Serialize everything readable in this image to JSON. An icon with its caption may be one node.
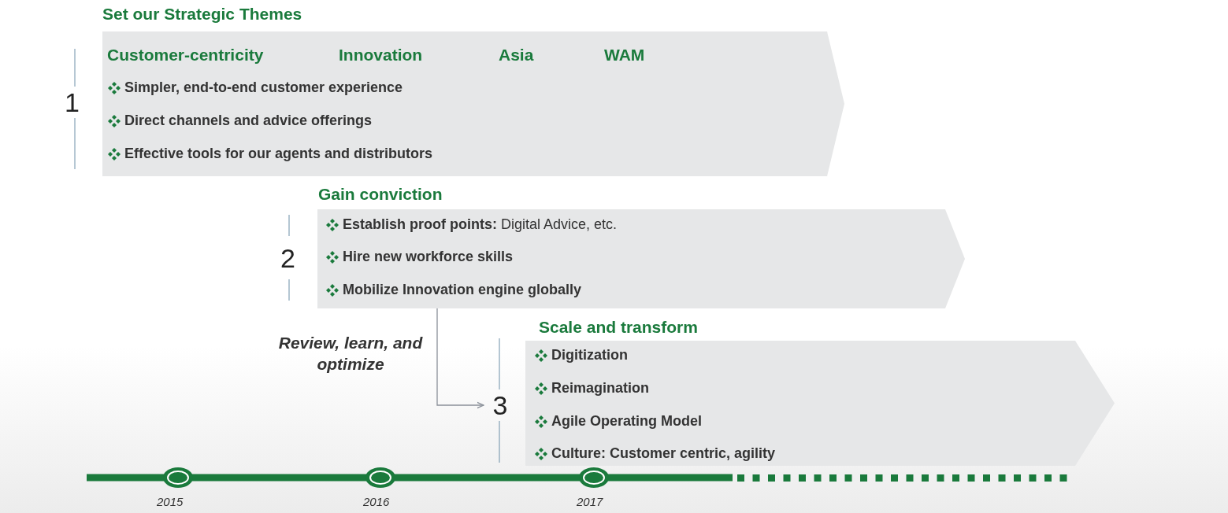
{
  "diagram": {
    "nodes": [
      {
        "text": [
          "Set our Strategic Themes",
          "Customer-centricity",
          "Innovation",
          "Asia",
          "WAM",
          "Simpler, end-to-end customer experience",
          "Direct channels and advice offerings",
          "Effective tools for our agents and distributors"
        ]
      },
      {
        "text": [
          "Gain conviction",
          "**Establish proof points:** Digital Advice, etc.",
          "Hire new workforce skills",
          "Mobilize Innovation engine globally"
        ]
      },
      {
        "text": [
          "Scale and transform",
          "Digitization",
          "Reimagination",
          "Agile Operating Model",
          "Culture: Customer centric, agility"
        ]
      },
      {
        "text": [
          "3"
        ]
      }
    ],
    "edges": [
      {
        "from": 1,
        "to": 3,
        "arrow": "to",
        "label": "Review, learn, and optimize"
      }
    ],
    "labels": [
      "1",
      "2",
      "2015",
      "2016",
      "2017"
    ]
  }
}
